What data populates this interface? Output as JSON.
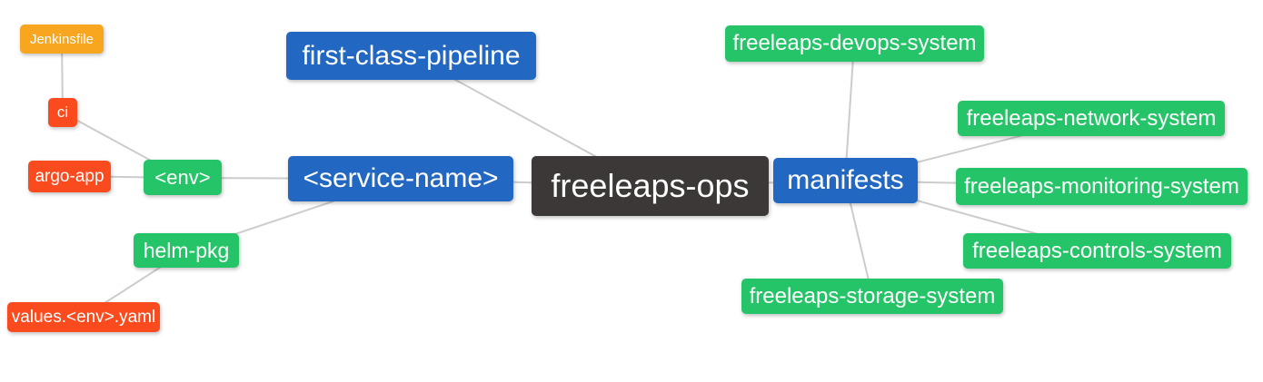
{
  "palette": {
    "blue": "#2267C2",
    "green": "#26C468",
    "orange": "#F8A51F",
    "red": "#FA4B1F",
    "dark": "#3B3837",
    "edge": "#CCCCCC",
    "node_text": "#FFFFFF",
    "background": "#FFFFFF"
  },
  "mindmap": {
    "root_label": "freeleaps-ops",
    "nodes": [
      {
        "id": "jenkinsfile",
        "label": "Jenkinsfile",
        "color": "#F8A51F"
      },
      {
        "id": "ci",
        "label": "ci",
        "color": "#FA4B1F"
      },
      {
        "id": "argo-app",
        "label": "argo-app",
        "color": "#FA4B1F"
      },
      {
        "id": "env",
        "label": "<env>",
        "color": "#26C468"
      },
      {
        "id": "helm-pkg",
        "label": "helm-pkg",
        "color": "#26C468"
      },
      {
        "id": "values-env-yaml",
        "label": "values.<env>.yaml",
        "color": "#FA4B1F"
      },
      {
        "id": "first-class-pipeline",
        "label": "first-class-pipeline",
        "color": "#2267C2"
      },
      {
        "id": "service-name",
        "label": "<service-name>",
        "color": "#2267C2"
      },
      {
        "id": "freeleaps-ops",
        "label": "freeleaps-ops",
        "color": "#3B3837"
      },
      {
        "id": "manifests",
        "label": "manifests",
        "color": "#2267C2"
      },
      {
        "id": "devops-system",
        "label": "freeleaps-devops-system",
        "color": "#26C468"
      },
      {
        "id": "network-system",
        "label": "freeleaps-network-system",
        "color": "#26C468"
      },
      {
        "id": "monitoring-system",
        "label": "freeleaps-monitoring-system",
        "color": "#26C468"
      },
      {
        "id": "controls-system",
        "label": "freeleaps-controls-system",
        "color": "#26C468"
      },
      {
        "id": "storage-system",
        "label": "freeleaps-storage-system",
        "color": "#26C468"
      }
    ],
    "edges": [
      {
        "from": "jenkinsfile",
        "to": "ci"
      },
      {
        "from": "ci",
        "to": "env"
      },
      {
        "from": "argo-app",
        "to": "env"
      },
      {
        "from": "env",
        "to": "service-name"
      },
      {
        "from": "helm-pkg",
        "to": "service-name"
      },
      {
        "from": "values-env-yaml",
        "to": "helm-pkg"
      },
      {
        "from": "first-class-pipeline",
        "to": "freeleaps-ops"
      },
      {
        "from": "service-name",
        "to": "freeleaps-ops"
      },
      {
        "from": "freeleaps-ops",
        "to": "manifests"
      },
      {
        "from": "manifests",
        "to": "devops-system"
      },
      {
        "from": "manifests",
        "to": "network-system"
      },
      {
        "from": "manifests",
        "to": "monitoring-system"
      },
      {
        "from": "manifests",
        "to": "controls-system"
      },
      {
        "from": "manifests",
        "to": "storage-system"
      }
    ]
  }
}
